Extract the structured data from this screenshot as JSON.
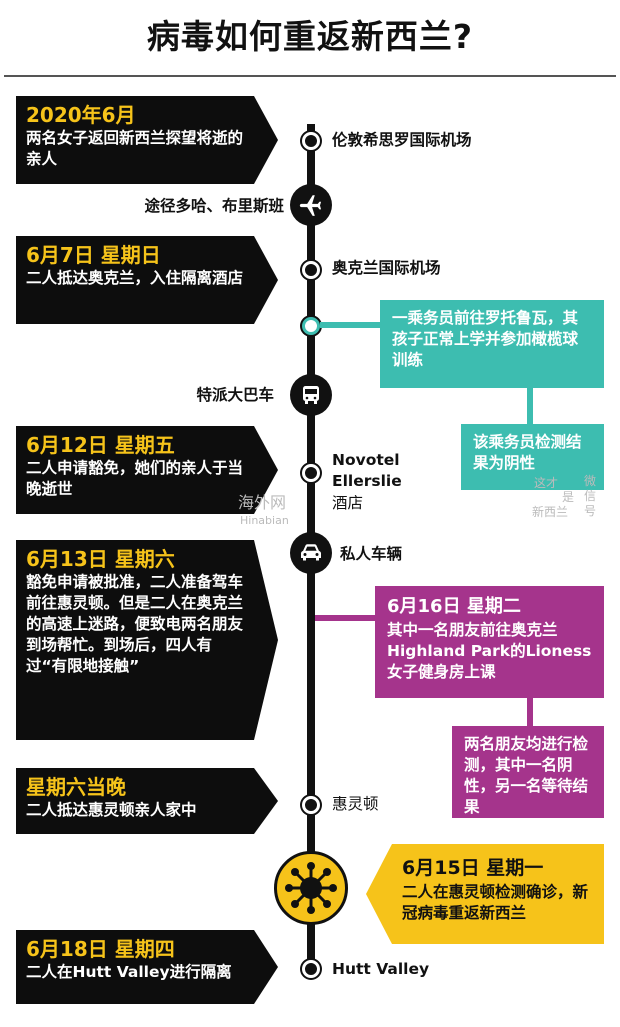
{
  "title": "病毒如何重返新西兰?",
  "events": [
    {
      "heading": "2020年6月",
      "body": "两名女子返回新西兰探望将逝的亲人"
    },
    {
      "heading": "6月7日  星期日",
      "body": "二人抵达奥克兰，入住隔离酒店"
    },
    {
      "heading": "6月12日  星期五",
      "body": "二人申请豁免，她们的亲人于当晚逝世"
    },
    {
      "heading": "6月13日  星期六",
      "body": "豁免申请被批准，二人准备驾车前往惠灵顿。但是二人在奥克兰的高速上迷路，便致电两名朋友到场帮忙。到场后，四人有过“有限地接触”"
    },
    {
      "heading": "星期六当晚",
      "body": "二人抵达惠灵顿亲人家中"
    },
    {
      "heading": "6月18日  星期四",
      "body": "二人在Hutt  Valley进行隔离"
    }
  ],
  "places": {
    "london": "伦敦希思罗国际机场",
    "auckland": "奥克兰国际机场",
    "novotel": "Novotel",
    "ellerslie": "Ellerslie",
    "hotel": "酒店",
    "wellington": "惠灵顿",
    "hutt": "Hutt Valley"
  },
  "transport": {
    "plane": "途径多哈、布里斯班",
    "bus": "特派大巴车",
    "car": "私人车辆"
  },
  "side": {
    "teal1": "一乘务员前往罗托鲁瓦，其孩子正常上学并参加橄榄球训练",
    "teal2": "该乘务员检测结果为阴性",
    "purple_heading": "6月16日  星期二",
    "purple_body": "其中一名朋友前往奥克兰Highland  Park的Lioness女子健身房上课",
    "purple2": "两名朋友均进行检测，其中一名阴性，另一名等待结果",
    "yellow_heading": "6月15日  星期一",
    "yellow_body": "二人在惠灵顿检测确诊，新冠病毒重返新西兰"
  },
  "icons": {
    "plane": "plane-icon",
    "bus": "bus-icon",
    "car": "car-icon",
    "virus": "virus-icon"
  },
  "colors": {
    "black": "#0d0d0d",
    "yellow": "#f6c31a",
    "teal": "#3dbdb0",
    "purple": "#a5348c"
  },
  "watermarks": {
    "site": "海外网",
    "site_latin": "Hinabian",
    "brand1": "这才",
    "brand2": "是",
    "brand3": "新西兰",
    "wechat": "微信号"
  }
}
